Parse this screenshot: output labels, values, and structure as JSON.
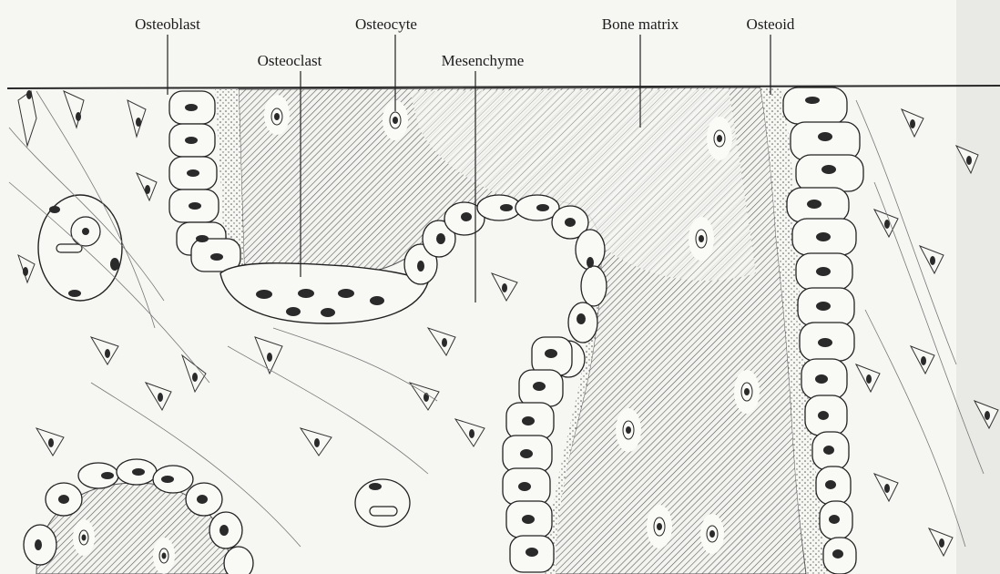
{
  "figure": {
    "labels": {
      "osteoblast": "Osteoblast",
      "osteocyte": "Osteocyte",
      "bone_matrix": "Bone matrix",
      "osteoid": "Osteoid",
      "osteoclast": "Osteoclast",
      "mesenchyme": "Mesenchyme"
    }
  },
  "colors": {
    "ink": "#1c1c1c",
    "paper": "#f6f6f3",
    "matrix_hatch": "#6a6a6a"
  }
}
